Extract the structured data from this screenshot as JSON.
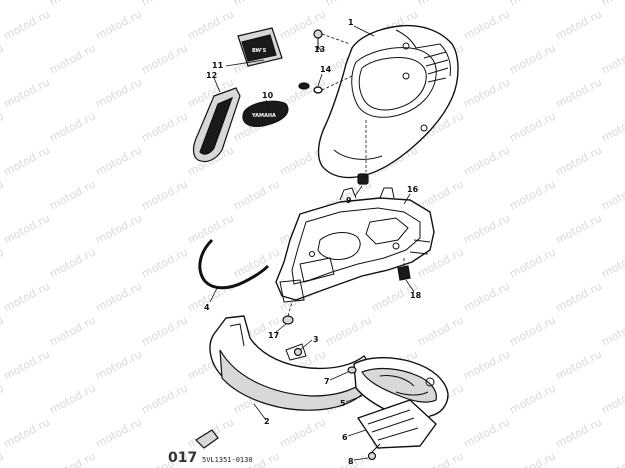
{
  "watermark": "motod.ru",
  "diagram_code": "5VL1351-0130",
  "page_stamp": "017",
  "callouts": {
    "c1": "1",
    "c2": "2",
    "c3": "3",
    "c4": "4",
    "c5": "5",
    "c6": "6",
    "c7": "7",
    "c8": "8",
    "c9": "9",
    "c10": "10",
    "c11": "11",
    "c12": "12",
    "c13": "13",
    "c14": "14",
    "c16": "16",
    "c17": "17",
    "c18": "18"
  },
  "emblems": {
    "bws": "BW'S",
    "yamaha": "YAMAHA"
  }
}
